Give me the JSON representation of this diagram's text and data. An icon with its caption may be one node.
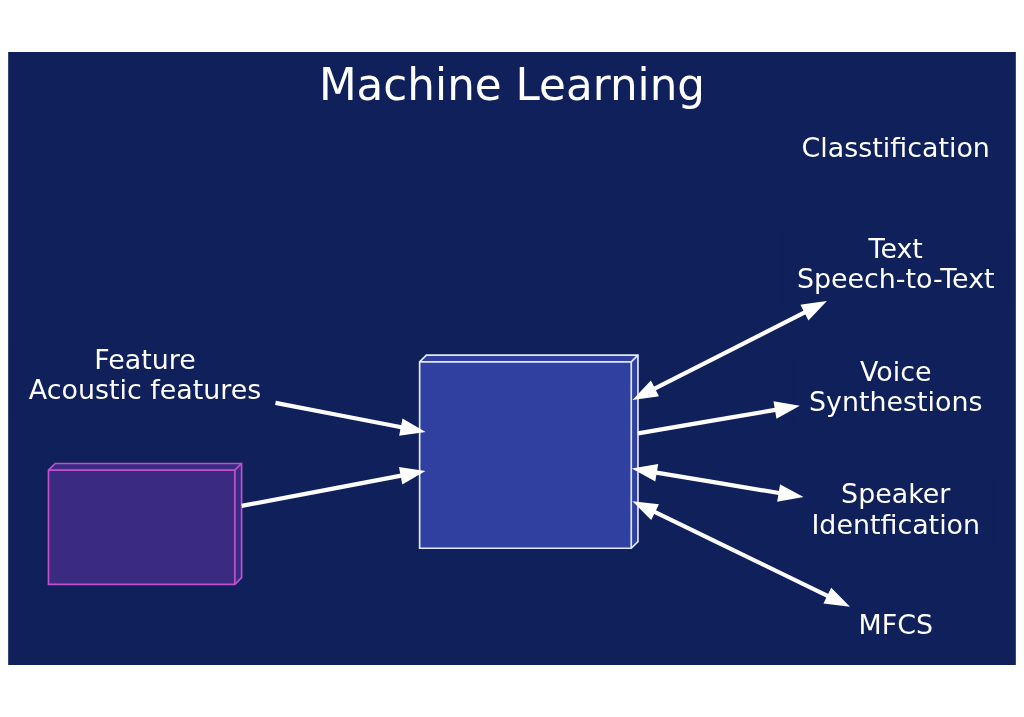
{
  "diagram": {
    "title": "Machine Learning",
    "nodes": [
      {
        "text": [
          "Feature",
          "Acoustic features"
        ]
      },
      {
        "text": [],
        "shape": "picture"
      },
      {
        "text": [],
        "shape": "picture"
      },
      {
        "text": [
          "Text",
          "Speech-to-Text"
        ]
      },
      {
        "text": [
          "Voice",
          "Synthestions"
        ]
      },
      {
        "text": [
          "Speaker",
          "Identfication"
        ]
      },
      {
        "text": [
          "MFCS"
        ]
      }
    ],
    "edges": [
      {
        "from": 0,
        "to": 2,
        "arrow": "to"
      },
      {
        "from": 1,
        "to": 2,
        "arrow": "to"
      },
      {
        "from": 2,
        "to": 3,
        "arrow": "both"
      },
      {
        "from": 2,
        "to": 4,
        "arrow": "to"
      },
      {
        "from": 2,
        "to": 5,
        "arrow": "both"
      },
      {
        "from": 2,
        "to": 6,
        "arrow": "both"
      }
    ],
    "labels": [
      "Classtification"
    ]
  }
}
